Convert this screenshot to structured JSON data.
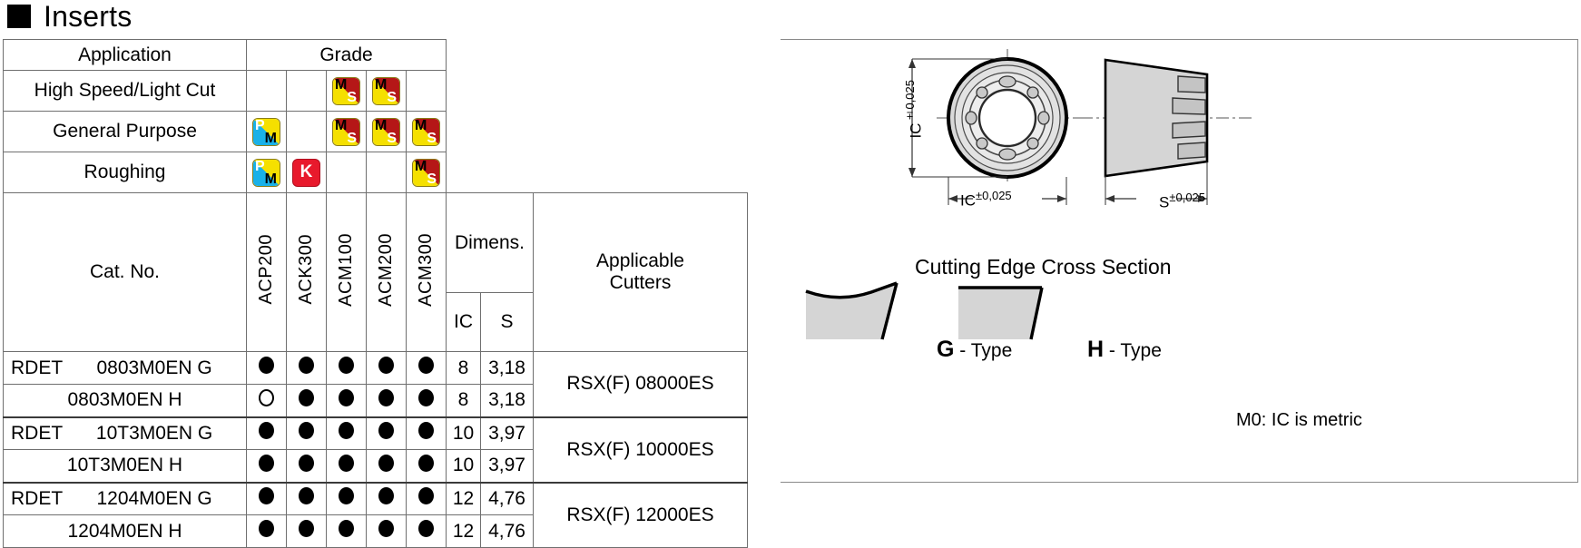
{
  "heading": {
    "marker": "square-bullet",
    "title": "Inserts"
  },
  "table": {
    "application_header": "Application",
    "grade_header": "Grade",
    "application_rows": [
      {
        "label": "High Speed/Light Cut",
        "badges": [
          "",
          "",
          "MS",
          "MS",
          ""
        ]
      },
      {
        "label": "General Purpose",
        "badges": [
          "PM",
          "",
          "MS",
          "MS",
          "MS"
        ]
      },
      {
        "label": "Roughing",
        "badges": [
          "PM",
          "K",
          "",
          "",
          "MS"
        ]
      }
    ],
    "cat_no_header": "Cat. No.",
    "grade_columns": [
      "ACP200",
      "ACK300",
      "ACM100",
      "ACM200",
      "ACM300"
    ],
    "dimens_header": "Dimens.",
    "dimens_sub": [
      "IC",
      "S"
    ],
    "cutters_header_line1": "Applicable",
    "cutters_header_line2": "Cutters",
    "rows": [
      {
        "prefix": "RDET",
        "cat": "0803M0EN G",
        "marks": [
          "filled",
          "filled",
          "filled",
          "filled",
          "filled"
        ],
        "ic": "8",
        "s": "3,18",
        "cutter": "RSX(F) 08000ES",
        "cutter_rowspan": 2,
        "group_start": true
      },
      {
        "prefix": "",
        "cat": "0803M0EN H",
        "marks": [
          "open",
          "filled",
          "filled",
          "filled",
          "filled"
        ],
        "ic": "8",
        "s": "3,18",
        "cutter": "",
        "group_start": false
      },
      {
        "prefix": "RDET",
        "cat": "10T3M0EN G",
        "marks": [
          "filled",
          "filled",
          "filled",
          "filled",
          "filled"
        ],
        "ic": "10",
        "s": "3,97",
        "cutter": "RSX(F) 10000ES",
        "cutter_rowspan": 2,
        "group_start": true
      },
      {
        "prefix": "",
        "cat": "10T3M0EN H",
        "marks": [
          "filled",
          "filled",
          "filled",
          "filled",
          "filled"
        ],
        "ic": "10",
        "s": "3,97",
        "cutter": "",
        "group_start": false
      },
      {
        "prefix": "RDET",
        "cat": "1204M0EN G",
        "marks": [
          "filled",
          "filled",
          "filled",
          "filled",
          "filled"
        ],
        "ic": "12",
        "s": "4,76",
        "cutter": "RSX(F) 12000ES",
        "cutter_rowspan": 2,
        "group_start": true
      },
      {
        "prefix": "",
        "cat": "1204M0EN H",
        "marks": [
          "filled",
          "filled",
          "filled",
          "filled",
          "filled"
        ],
        "ic": "12",
        "s": "4,76",
        "cutter": "",
        "group_start": false
      }
    ]
  },
  "diagram": {
    "dim_ic_vertical": "IC±0,025",
    "dim_ic_horizontal": "IC±0,025",
    "dim_s": "S±0,025",
    "cross_section_title": "Cutting Edge Cross Section",
    "g_type_letter": "G",
    "g_type_suffix": " - Type",
    "h_type_letter": "H",
    "h_type_suffix": " - Type",
    "note": "M0: IC is metric"
  },
  "colors": {
    "badge_ms_yellow": "#f5e000",
    "badge_ms_red": "#b51717",
    "badge_pm_cyan": "#19b1e8",
    "badge_pm_yellow": "#f5e000",
    "badge_k_red": "#e8192c",
    "header_fill": "#e4e4e4",
    "grid_line": "#6f6f6f"
  }
}
